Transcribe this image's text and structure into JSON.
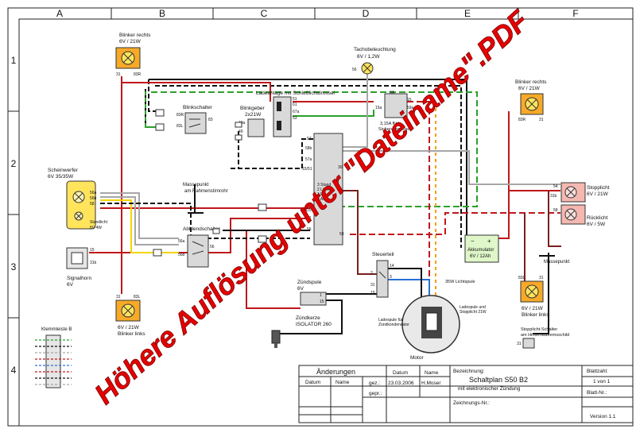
{
  "columns": [
    "A",
    "B",
    "C",
    "D",
    "E",
    "F"
  ],
  "rows": [
    "1",
    "2",
    "3",
    "4"
  ],
  "components": {
    "blinker_rechts_top": {
      "name": "Blinker rechts",
      "spec": "6V / 21W",
      "pins": [
        "31",
        "83R"
      ]
    },
    "tachobeleuchtung": {
      "name": "Tachobeleuchtung",
      "spec": "6V / 1,2W",
      "pin": "56"
    },
    "blinker_rechts_right": {
      "name": "Blinker rechts",
      "spec": "6V / 21W",
      "pins": [
        "83R",
        "31"
      ]
    },
    "ladeanlage": {
      "name": "Ladeanlage mit Schlußlichtdrossel",
      "pins": [
        "51",
        "61",
        "67a",
        "53"
      ]
    },
    "blinkschalter": {
      "name": "Blinkschalter",
      "pins": [
        "83R",
        "83L",
        "83"
      ]
    },
    "blinkgeber": {
      "name": "Blinkgeber",
      "spec": "2x21W",
      "pins": [
        "49a",
        "49"
      ]
    },
    "sicherung": {
      "name": "3,15A flink",
      "label2": "Sicherungsdose",
      "fuse": "8A",
      "pins": [
        "15",
        "15a",
        "59a",
        "59"
      ]
    },
    "scheinwerfer": {
      "name": "Scheinwerfer",
      "spec": "6V 35/35W",
      "pins": [
        "56a",
        "56b",
        "58"
      ]
    },
    "standlicht": {
      "name": "Standlicht",
      "spec": "6V 4W"
    },
    "massepunkt_rahmen": {
      "name": "Massepunkt",
      "label2": "am Rahmenstirnrohr"
    },
    "zuendschloss": {
      "lines": [
        "3 Stand",
        "2 Licht",
        "1 Ein",
        "0 Aus"
      ],
      "pins": [
        "57",
        "58b",
        "57a",
        "15/51",
        "30",
        "15",
        "31",
        "56",
        "59"
      ]
    },
    "stopplicht": {
      "name": "Stopplicht",
      "spec": "6V / 21W",
      "pins": [
        "54",
        "31b"
      ]
    },
    "ruecklicht": {
      "name": "Rücklicht",
      "spec": "6V / 5W",
      "pin": "58"
    },
    "abblendschalter": {
      "name": "Abblendschalter",
      "pins": [
        "56a",
        "56b",
        "56"
      ]
    },
    "signalhorn": {
      "name": "Signalhorn",
      "spec": "6V",
      "pins": [
        "15",
        "31b"
      ]
    },
    "akkumulator": {
      "name": "Akkumulator",
      "spec": "6V / 12Ah",
      "minus": "−",
      "plus": "+"
    },
    "massepunkt_right": {
      "name": "Massepunkt"
    },
    "steuerteil": {
      "name": "Steuerteil",
      "pins": [
        "14",
        "2",
        "31",
        "3",
        "15"
      ]
    },
    "lichtspule": {
      "name": "35W Lichtspule"
    },
    "zuendspule": {
      "name": "Zündspule",
      "spec": "6V",
      "pins": [
        "1",
        "15"
      ]
    },
    "zuendkerze": {
      "name": "Zündkerze",
      "spec": "ISOLATOR 260"
    },
    "motor": {
      "name": "Motor",
      "ladespule_zk": "Ladespule für\nZündkondensator",
      "ladespule_stop": "Ladespule und\nStopplicht 21W"
    },
    "blinker_links_left": {
      "name": "Blinker links",
      "spec": "6V / 21W",
      "pins": [
        "31",
        "83L"
      ]
    },
    "blinker_links_right": {
      "name": "Blinker links",
      "spec": "6V / 21W",
      "pins": [
        "83L",
        "31"
      ]
    },
    "stopplicht_schalter": {
      "name": "Stopplicht-Schalter",
      "label2": "am Hinterradbremsschild",
      "pin": "31"
    },
    "klemmleiste": {
      "name": "Klemmleiste B"
    }
  },
  "watermark": "Höhere Auflösung unter \"Dateiname\".PDF",
  "titleblock": {
    "aenderungen": "Änderungen",
    "datum": "Datum",
    "name": "Name",
    "gez": "gez.:",
    "gepr": "gepr.:",
    "gez_datum": "23.03.2006",
    "gez_name": "H.Moser",
    "bezeichnung_label": "Bezeichnung:",
    "bezeichnung": "Schaltplan S50 B2",
    "subtitle": "mit elektronischer Zündung",
    "zeichnungsnr": "Zeichnungs-Nr.:",
    "blattzahl": "Blattzahl:",
    "blatt": "1 von 1",
    "blatt_nr": "Blatt-Nr.:",
    "version": "Version 1.1"
  },
  "colors": {
    "wire_black": "#111111",
    "wire_red": "#c0171b",
    "wire_green": "#2ca02c",
    "wire_grey": "#a6a6a6",
    "wire_yellow": "#f2d600",
    "wire_blue": "#2a6fd6",
    "wire_brown": "#7a1f1f",
    "lamp_orange": "#f7a928",
    "lamp_yellow": "#ffe45c",
    "light_pink": "#f4b8b0",
    "accu_green": "#dff7c9",
    "watermark": "#e60000"
  }
}
